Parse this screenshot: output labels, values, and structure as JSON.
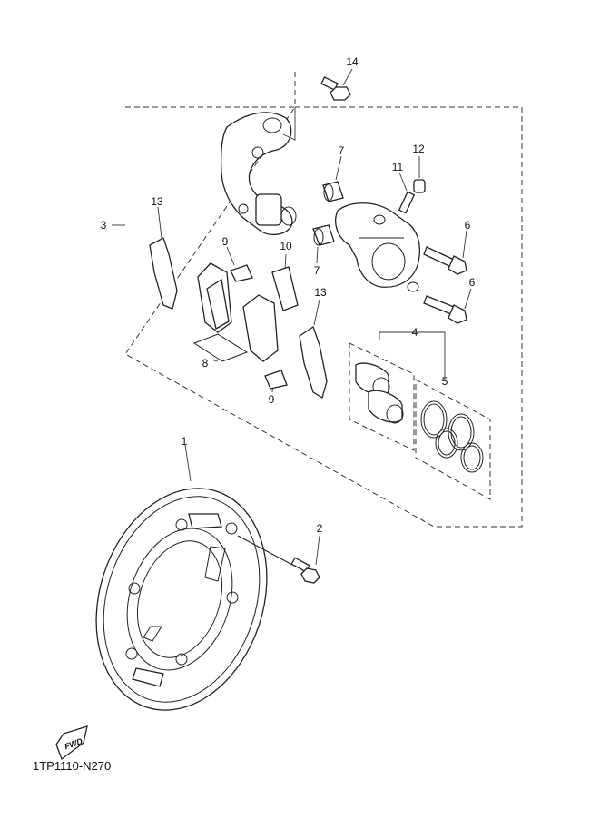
{
  "callouts": [
    {
      "id": "14",
      "text": "14"
    },
    {
      "id": "7a",
      "text": "7"
    },
    {
      "id": "12",
      "text": "12"
    },
    {
      "id": "11",
      "text": "11"
    },
    {
      "id": "3",
      "text": "3"
    },
    {
      "id": "13a",
      "text": "13"
    },
    {
      "id": "9a",
      "text": "9"
    },
    {
      "id": "10",
      "text": "10"
    },
    {
      "id": "7b",
      "text": "7"
    },
    {
      "id": "6a",
      "text": "6"
    },
    {
      "id": "6b",
      "text": "6"
    },
    {
      "id": "13b",
      "text": "13"
    },
    {
      "id": "4",
      "text": "4"
    },
    {
      "id": "8",
      "text": "8"
    },
    {
      "id": "5",
      "text": "5"
    },
    {
      "id": "9b",
      "text": "9"
    },
    {
      "id": "1",
      "text": "1"
    },
    {
      "id": "2",
      "text": "2"
    }
  ],
  "fwd_label": "FWD",
  "diagram_code": "1TP1110-N270"
}
